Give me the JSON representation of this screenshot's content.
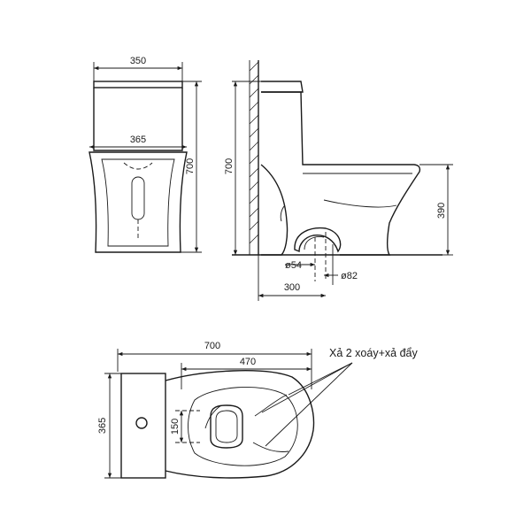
{
  "front_view": {
    "width_top": "350",
    "width_mid": "365",
    "height": "700"
  },
  "side_view": {
    "height": "700",
    "seat_height": "390",
    "pipe_small": "ø54",
    "pipe_large": "ø82",
    "rough_in": "300"
  },
  "top_view": {
    "length": "700",
    "bowl_length": "470",
    "width": "365",
    "hole_spacing": "150",
    "flush_note": "Xả 2 xoáy+xả đẩy"
  },
  "colors": {
    "ink": "#1a1a1a",
    "background": "#ffffff"
  }
}
